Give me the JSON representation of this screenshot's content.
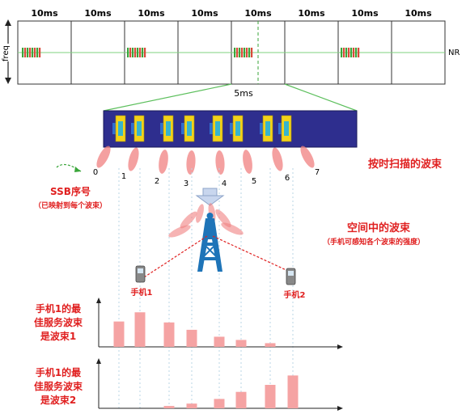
{
  "frame_labels": [
    "10ms",
    "10ms",
    "10ms",
    "10ms",
    "10ms",
    "10ms",
    "10ms",
    "10ms"
  ],
  "freq_label": "freq",
  "nr_label": "NR",
  "ssb_window_label": "5ms",
  "beam_numbers": [
    "0",
    "1",
    "2",
    "3",
    "4",
    "5",
    "6",
    "7"
  ],
  "scan_title": "按时扫描的波束",
  "ssb_index": {
    "title": "SSB序号",
    "subtitle": "（已映射到每个波束）"
  },
  "space_beams": {
    "title": "空间中的波束",
    "subtitle": "（手机可感知各个波束的强度）"
  },
  "phone1_label": "手机1",
  "phone2_label": "手机2",
  "chart1_caption": [
    "手机1的最",
    "佳服务波束",
    "是波束1"
  ],
  "chart2_caption": [
    "手机1的最",
    "佳服务波束",
    "是波束2"
  ],
  "colors": {
    "ssb_bar": "#2e2e8e",
    "ssb_block": "#f2d21a",
    "ssb_core": "#37b5cc",
    "beam": "#f08080",
    "red_text": "#e02020",
    "tower": "#1e74b8",
    "grid_line": "#7fd17f",
    "signal_bar": "#f5a3a3"
  },
  "chart_data": [
    {
      "type": "bar",
      "title": "",
      "categories": [
        "0",
        "1",
        "2",
        "3",
        "4",
        "5",
        "6",
        "7"
      ],
      "values": [
        5.5,
        7.5,
        5.3,
        3.7,
        2.2,
        1.5,
        0.8,
        0
      ],
      "ylim": [
        0,
        10
      ],
      "grid": false
    },
    {
      "type": "bar",
      "title": "",
      "categories": [
        "0",
        "1",
        "2",
        "3",
        "4",
        "5",
        "6",
        "7"
      ],
      "values": [
        0,
        0,
        0.5,
        1.0,
        2.0,
        3.5,
        5.0,
        7.0
      ],
      "ylim": [
        0,
        10
      ],
      "grid": false
    }
  ]
}
